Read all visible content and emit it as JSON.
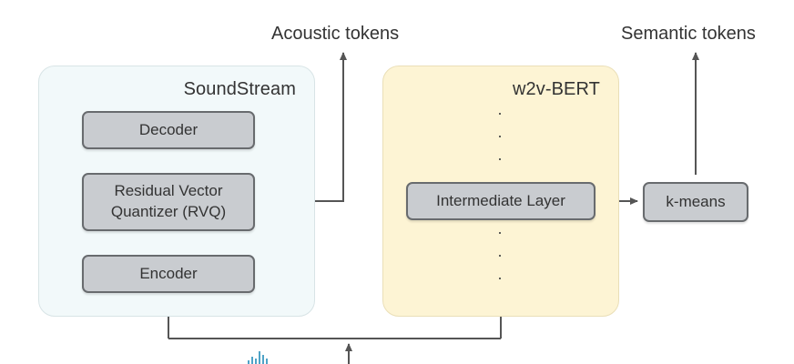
{
  "outputs": {
    "acoustic_label": "Acoustic tokens",
    "semantic_label": "Semantic tokens"
  },
  "soundstream": {
    "title": "SoundStream",
    "decoder": "Decoder",
    "rvq": "Residual Vector\nQuantizer (RVQ)",
    "encoder": "Encoder"
  },
  "w2v_bert": {
    "title": "w2v-BERT",
    "intermediate": "Intermediate Layer",
    "dots": "·\n·\n·"
  },
  "kmeans": {
    "label": "k-means"
  },
  "colors": {
    "soundstream_bg": "#f2f9fa",
    "w2v_bg": "#fdf4d4",
    "block_fill": "#c9ccd0",
    "block_border": "#686b6e",
    "arrow": "#555555"
  }
}
